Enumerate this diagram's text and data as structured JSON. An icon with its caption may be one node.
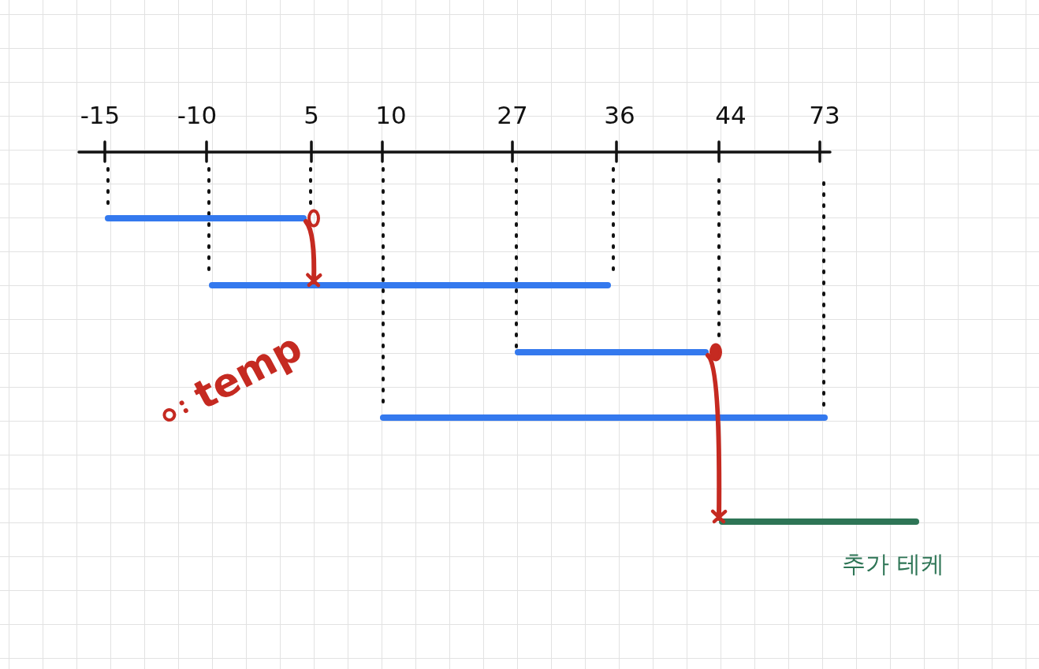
{
  "diagram": {
    "nodes": [
      {
        "text": [],
        "shape": "bar"
      },
      {
        "text": [],
        "shape": "bar"
      },
      {
        "text": [],
        "shape": "bar"
      },
      {
        "text": [],
        "shape": "bar"
      },
      {
        "text": [],
        "shape": "bar",
        "beside": [
          "추가 테케"
        ]
      }
    ],
    "edges": [
      {
        "from": 0,
        "to": 1,
        "arrow": "to"
      },
      {
        "from": 2,
        "to": 4,
        "arrow": "to"
      }
    ],
    "labels": [
      "-15",
      "-10",
      "5",
      "10",
      "27",
      "36",
      "44",
      "73"
    ],
    "legend": [
      {
        "text": "temp"
      }
    ]
  }
}
